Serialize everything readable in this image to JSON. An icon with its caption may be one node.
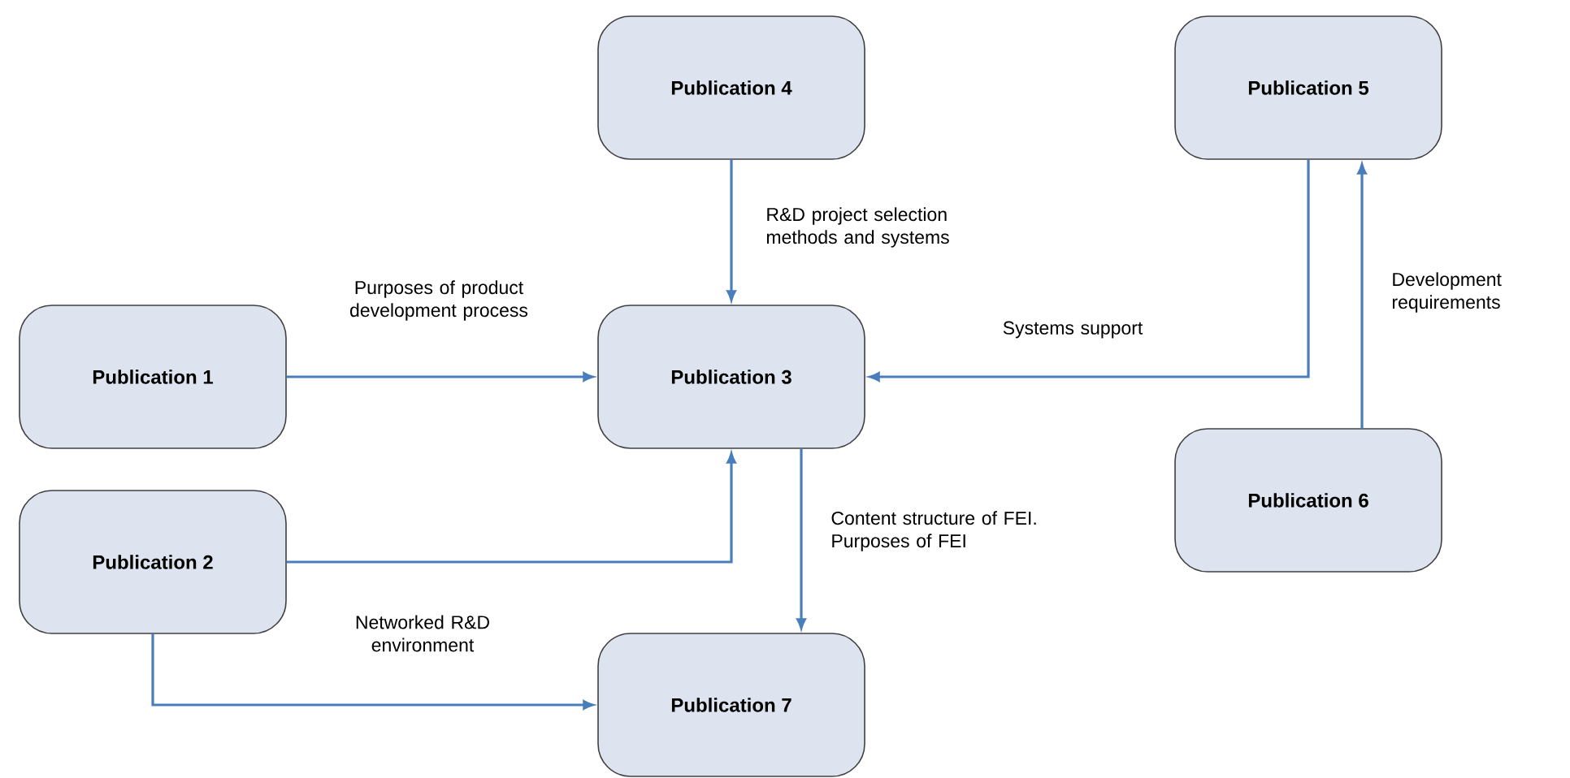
{
  "diagram": {
    "nodes": [
      {
        "text": [
          "Publication 4"
        ]
      },
      {
        "text": [
          "Publication 5"
        ]
      },
      {
        "text": [
          "Publication 1"
        ]
      },
      {
        "text": [
          "Publication 3"
        ]
      },
      {
        "text": [
          "Publication 6"
        ]
      },
      {
        "text": [
          "Publication 2"
        ]
      },
      {
        "text": [
          "Publication 7"
        ]
      }
    ],
    "edges": [
      {
        "from": 0,
        "to": 3,
        "arrow": "to",
        "label": "R&D project selection methods and systems"
      },
      {
        "from": 2,
        "to": 3,
        "arrow": "to",
        "label": "Purposes of product development process"
      },
      {
        "from": 1,
        "to": 3,
        "arrow": "to",
        "label": "Systems support"
      },
      {
        "from": 4,
        "to": 1,
        "arrow": "to",
        "label": "Development requirements"
      },
      {
        "from": 5,
        "to": 3,
        "arrow": "to"
      },
      {
        "from": 3,
        "to": 6,
        "arrow": "to",
        "label": "Content structure of FEI. Purposes of FEI"
      },
      {
        "from": 5,
        "to": 6,
        "arrow": "to",
        "label": "Networked R&D environment"
      }
    ]
  }
}
